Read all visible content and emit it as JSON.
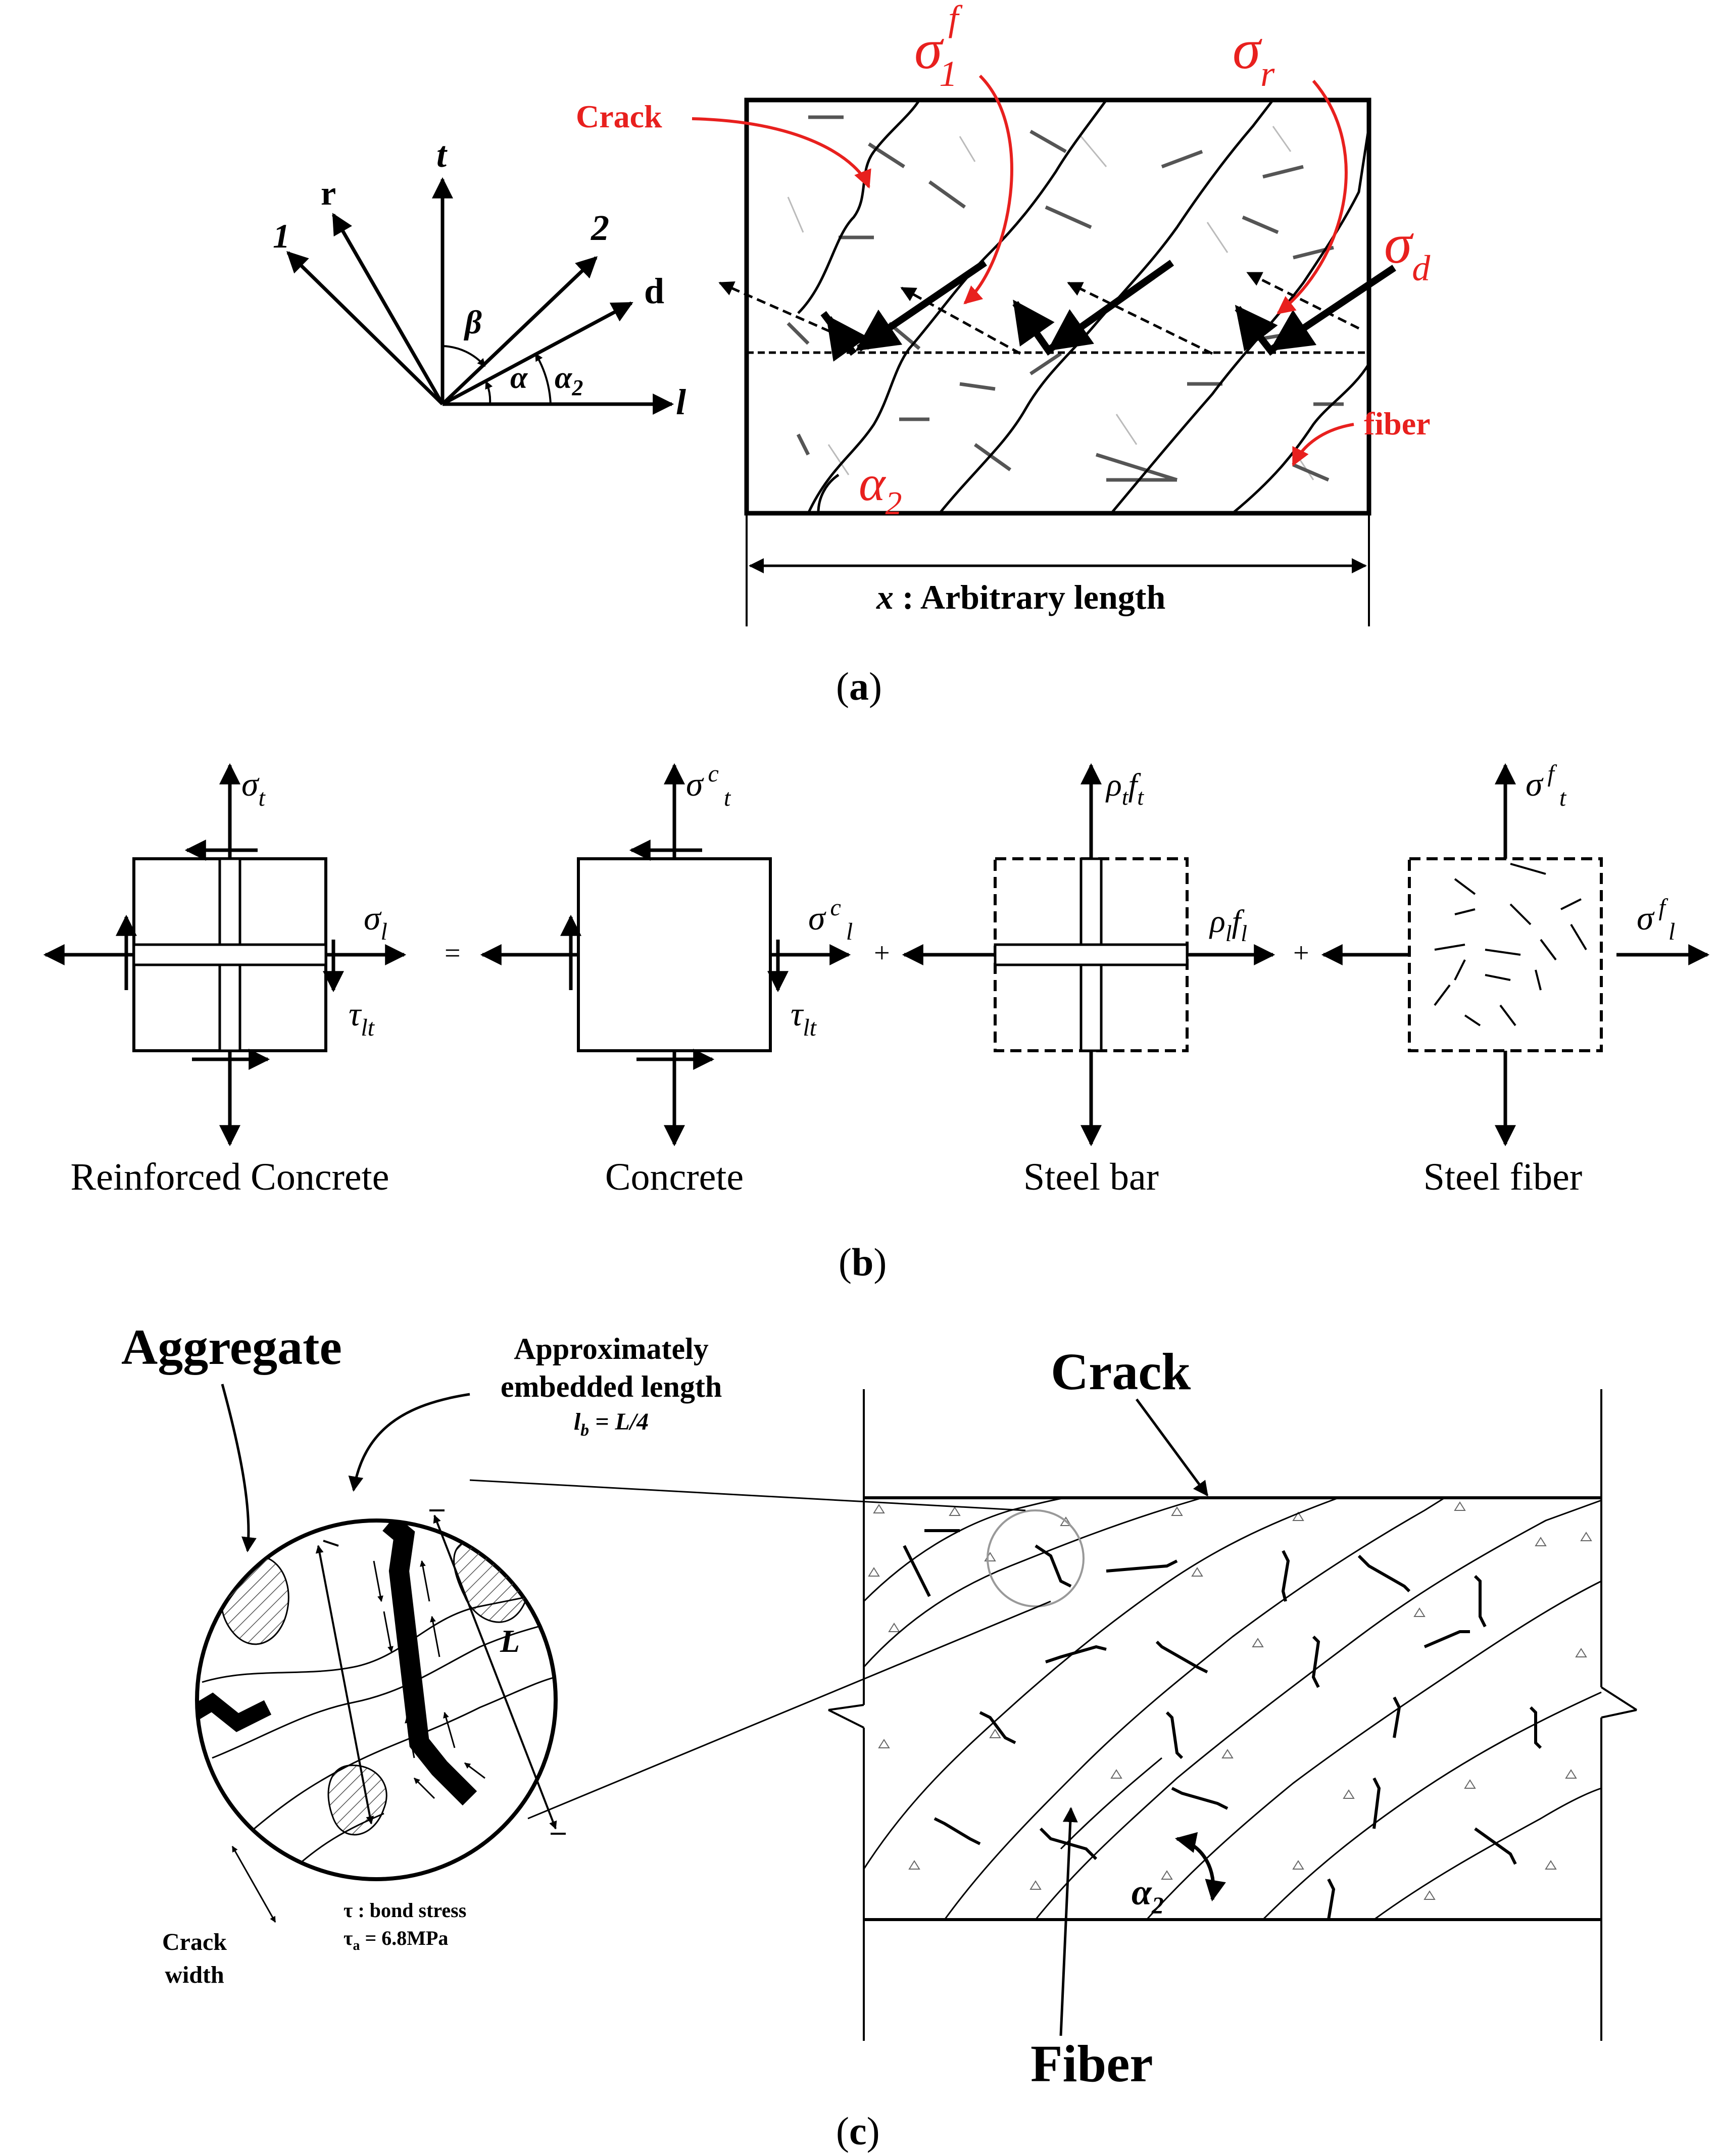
{
  "panel_a": {
    "caption_open": "(",
    "caption_letter": "a",
    "caption_close": ")",
    "axes": {
      "axis_1": "1",
      "axis_r": "r",
      "axis_t": "t",
      "axis_2": "2",
      "axis_d": "d",
      "axis_l": "l",
      "angle_beta": "β",
      "angle_alpha": "α",
      "angle_alpha2_base": "α",
      "angle_alpha2_sub": "2"
    },
    "labels": {
      "crack": "Crack",
      "fiber": "fiber",
      "sigma1f_base": "σ",
      "sigma1f_sub": "1",
      "sigma1f_sup": "f",
      "sigma_r_base": "σ",
      "sigma_r_sub": "r",
      "sigma_d_base": "σ",
      "sigma_d_sub": "d",
      "alpha2_base": "α",
      "alpha2_sub": "2",
      "length_var": "x",
      "length_text": " : Arbitrary length"
    }
  },
  "panel_b": {
    "caption_open": "(",
    "caption_letter": "b",
    "caption_close": ")",
    "elements": [
      {
        "label": "Reinforced Concrete",
        "top_base": "σ",
        "top_sub": "t",
        "top_sup": "",
        "right_base": "σ",
        "right_sub": "l",
        "right_sup": "",
        "shear_base": "τ",
        "shear_sub": "lt"
      },
      {
        "label": "Concrete",
        "top_base": "σ",
        "top_sub": "t",
        "top_sup": "c",
        "right_base": "σ",
        "right_sub": "l",
        "right_sup": "c",
        "shear_base": "τ",
        "shear_sub": "lt"
      },
      {
        "label": "Steel bar",
        "top_base": "ρ",
        "top_sub": "t",
        "top_base2": "f",
        "top_sub2": "t",
        "right_base": "ρ",
        "right_sub": "l",
        "right_base2": "f",
        "right_sub2": "l"
      },
      {
        "label": "Steel fiber",
        "top_base": "σ",
        "top_sub": "t",
        "top_sup": "f",
        "right_base": "σ",
        "right_sub": "l",
        "right_sup": "f"
      }
    ],
    "operators": [
      "=",
      "+",
      "+"
    ]
  },
  "panel_c": {
    "caption_open": "(",
    "caption_letter": "c",
    "caption_close": ")",
    "aggregate": "Aggregate",
    "embedded_line1": "Approximately",
    "embedded_line2": "embedded length",
    "embedded_formula_base": "l",
    "embedded_formula_sub": "b",
    "embedded_formula_rest": " = L/4",
    "length_L": "L",
    "bond_line1": "τ : bond stress",
    "bond_line2_base": "τ",
    "bond_line2_sub": "a",
    "bond_line2_rest": " = 6.8MPa",
    "crack_width_1": "Crack",
    "crack_width_2": "width",
    "crack": "Crack",
    "fiber": "Fiber",
    "alpha2_base": "α",
    "alpha2_sub": "2"
  },
  "colors": {
    "annotation_red": "#e8201e",
    "ink": "#000000",
    "fiber_gray": "#555555"
  }
}
